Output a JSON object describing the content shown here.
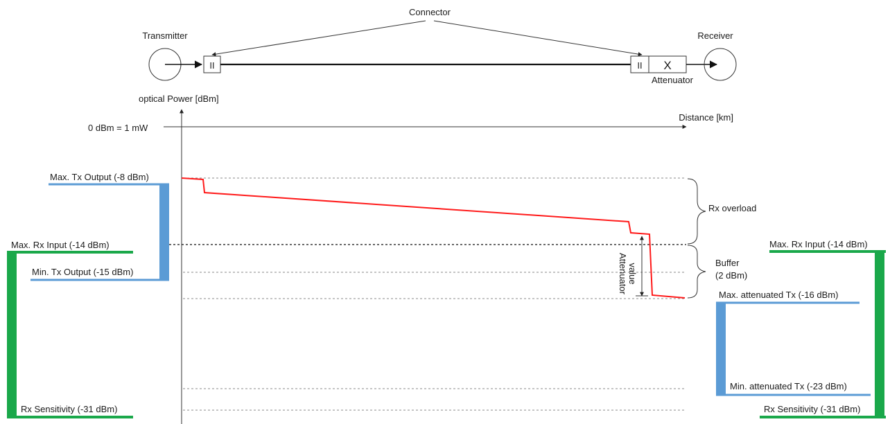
{
  "diagram": {
    "connector_label": "Connector",
    "transmitter_label": "Transmitter",
    "receiver_label": "Receiver",
    "attenuator_label": "Attenuator",
    "connector_symbol": "II",
    "attenuator_symbol": "X",
    "yaxis_label": "optical Power [dBm]",
    "xaxis_label": "Distance [km]",
    "zero_ref_label": "0 dBm = 1 mW",
    "rx_overload_label": "Rx overload",
    "buffer_label_line1": "Buffer",
    "buffer_label_line2": "(2 dBm)",
    "attenuator_value_line1": "Attenuator",
    "attenuator_value_line2": "value"
  },
  "left_levels": {
    "max_tx_output": "Max. Tx Output (-8 dBm)",
    "max_rx_input": "Max. Rx Input (-14 dBm)",
    "min_tx_output": "Min. Tx Output (-15 dBm)",
    "rx_sensitivity": "Rx Sensitivity (-31 dBm)"
  },
  "right_levels": {
    "max_rx_input": "Max. Rx Input (-14 dBm)",
    "max_attenuated_tx": "Max. attenuated Tx (-16 dBm)",
    "min_attenuated_tx": "Min. attenuated Tx (-23 dBm)",
    "rx_sensitivity": "Rx Sensitivity (-31 dBm)"
  },
  "colors": {
    "tx_range": "#5b9bd5",
    "rx_range": "#1aa84a",
    "power_curve": "#ff1a1a"
  }
}
